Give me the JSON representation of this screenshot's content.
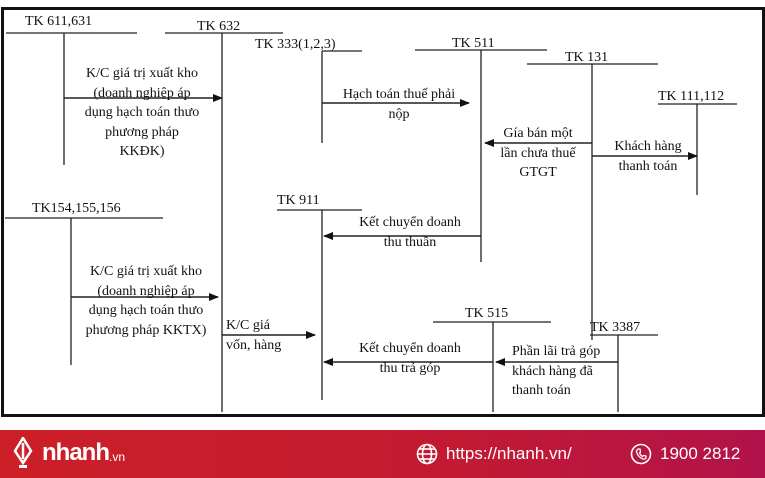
{
  "accounts": {
    "tk611": "TK 611,631",
    "tk632": "TK 632",
    "tk333": "TK 333(1,2,3)",
    "tk511": "TK 511",
    "tk131": "TK 131",
    "tk111": "TK 111,112",
    "tk154": "TK154,155,156",
    "tk911": "TK 911",
    "tk515": "TK 515",
    "tk3387": "TK 3387"
  },
  "entries": {
    "kc_kkdk": [
      "K/C giá trị xuất kho",
      "(doanh nghiệp áp",
      "dụng hạch toán thưo",
      "phương pháp",
      "KKĐK)"
    ],
    "hach_toan_thue": [
      "Hạch toán thuế phải",
      "nộp"
    ],
    "gia_ban": [
      "Gía bán một",
      "lần chưa thuế",
      "GTGT"
    ],
    "khach_hang_tt": [
      "Khách hàng",
      "thanh toán"
    ],
    "kc_kktx": [
      "K/C giá trị xuất kho",
      "(doanh nghiệp áp",
      "dụng hạch toán thưo",
      "phương pháp KKTX)"
    ],
    "kc_doanh_thu_thuan": [
      "Kết chuyển doanh",
      "thu thuần"
    ],
    "kc_gia_von": [
      "K/C giá",
      "vốn, hàng"
    ],
    "kc_doanh_thu_tra_gop": [
      "Kết chuyển doanh",
      "thu trả góp"
    ],
    "phan_lai": [
      "Phần lãi trả góp",
      "khách hàng đã",
      "thanh toán"
    ]
  },
  "footer": {
    "brand": "nhanh",
    "brand_suffix": ".vn",
    "website": "https://nhanh.vn/",
    "phone": "1900 2812",
    "colors": {
      "start": "#cc1f27",
      "end": "#b2124a"
    }
  }
}
